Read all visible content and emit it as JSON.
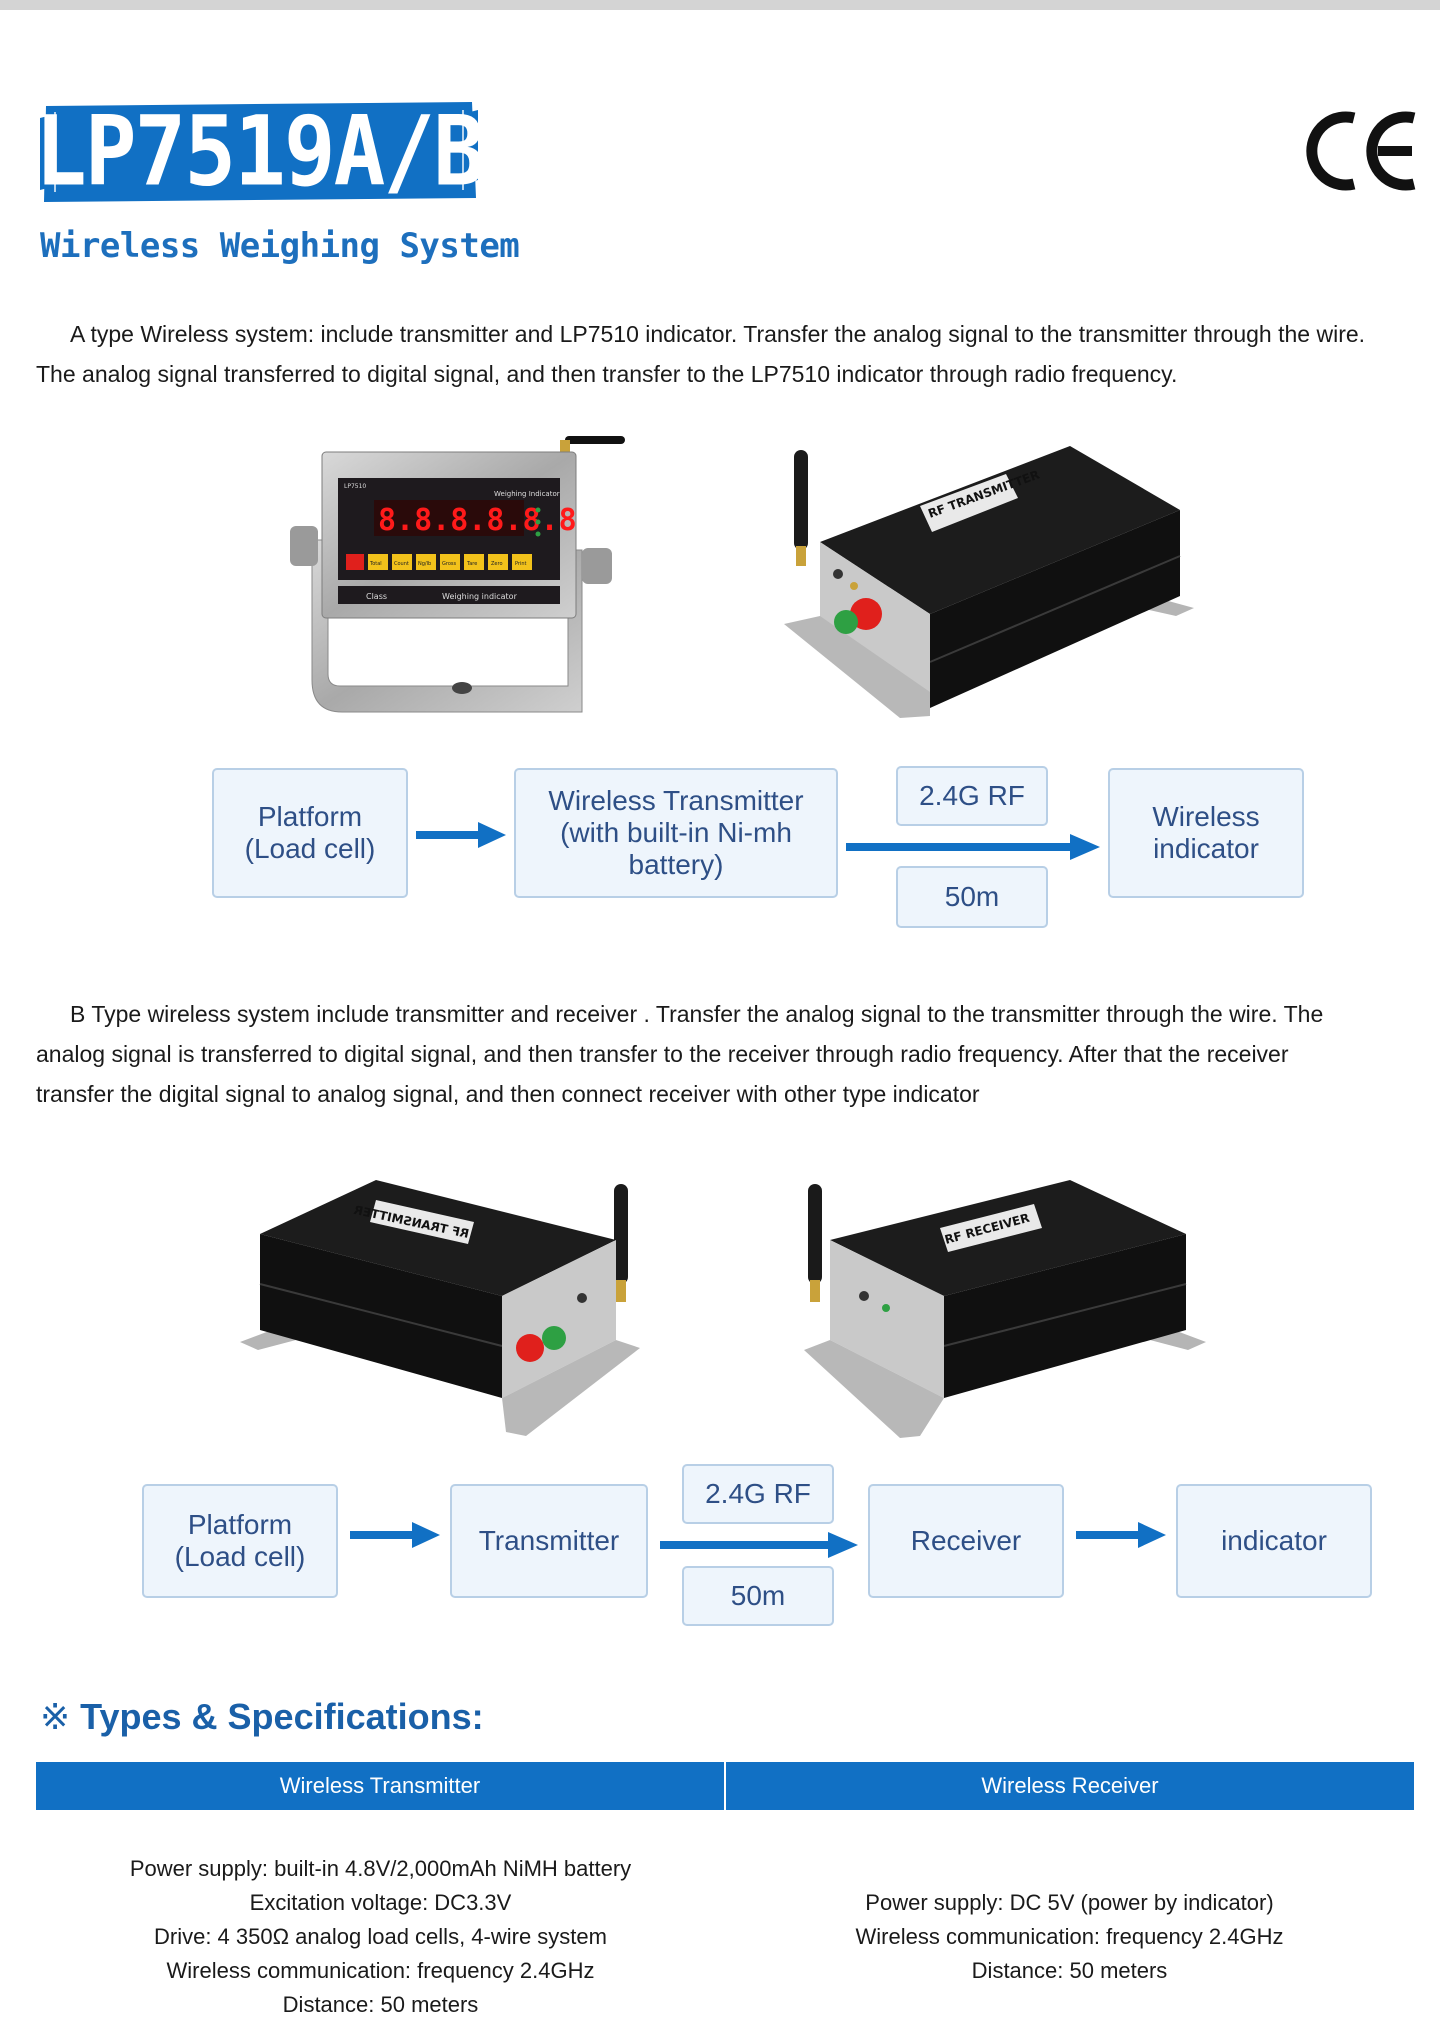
{
  "header": {
    "logo_text": "LP7519A/B",
    "subtitle": "Wireless Weighing System",
    "cert_icon": "ce-mark-icon",
    "brand_color": "#1170c4"
  },
  "type_a": {
    "paragraph_line1": "A type Wireless system:  include transmitter and LP7510 indicator. Transfer the analog signal to the transmitter through the wire.",
    "paragraph_line2": "The analog signal transferred to digital signal, and then transfer to the LP7510 indicator through radio frequency.",
    "indicator_photo": {
      "model_label": "LP7510",
      "panel_label": "Weighing Indicator",
      "display_value": "8.8.8.8.8.8",
      "key_labels": [
        "Total",
        "Count",
        "Ng/lb",
        "Gross",
        "Tare",
        "Zero",
        "Print"
      ],
      "footer_left": "Class",
      "footer_right": "Weighing   indicator"
    },
    "transmitter_label": "RF TRANSMITTER",
    "flow": {
      "platform": [
        "Platform",
        "(Load cell)"
      ],
      "transmitter": [
        "Wireless Transmitter",
        "(with built-in Ni-mh",
        "battery)"
      ],
      "rf": "2.4G RF",
      "distance": "50m",
      "indicator": [
        "Wireless",
        "indicator"
      ]
    }
  },
  "type_b": {
    "paragraph_line1": "B Type wireless system include transmitter and receiver . Transfer the analog signal to the transmitter through the wire. The",
    "paragraph_line2": "analog signal is transferred to digital signal, and then transfer to the receiver through radio frequency. After that the receiver",
    "paragraph_line3": "transfer the digital signal to analog signal, and then connect receiver with other type indicator",
    "transmitter_label": "RF TRANSMITTER",
    "receiver_label": "RF RECEIVER",
    "flow": {
      "platform": [
        "Platform",
        "(Load cell)"
      ],
      "transmitter": "Transmitter",
      "rf": "2.4G RF",
      "distance": "50m",
      "receiver": "Receiver",
      "indicator": "indicator"
    }
  },
  "specs": {
    "heading_mark": "※",
    "heading": "Types & Specifications:",
    "columns": [
      "Wireless Transmitter",
      "Wireless Receiver"
    ],
    "transmitter": [
      "Power supply: built-in 4.8V/2,000mAh NiMH battery",
      "Excitation voltage: DC3.3V",
      "Drive: 4 350Ω analog load cells, 4-wire system",
      "Wireless communication: frequency 2.4GHz",
      "Distance: 50 meters"
    ],
    "receiver": [
      "Power supply: DC 5V (power by indicator)",
      "Wireless communication: frequency 2.4GHz",
      "Distance: 50 meters"
    ]
  }
}
